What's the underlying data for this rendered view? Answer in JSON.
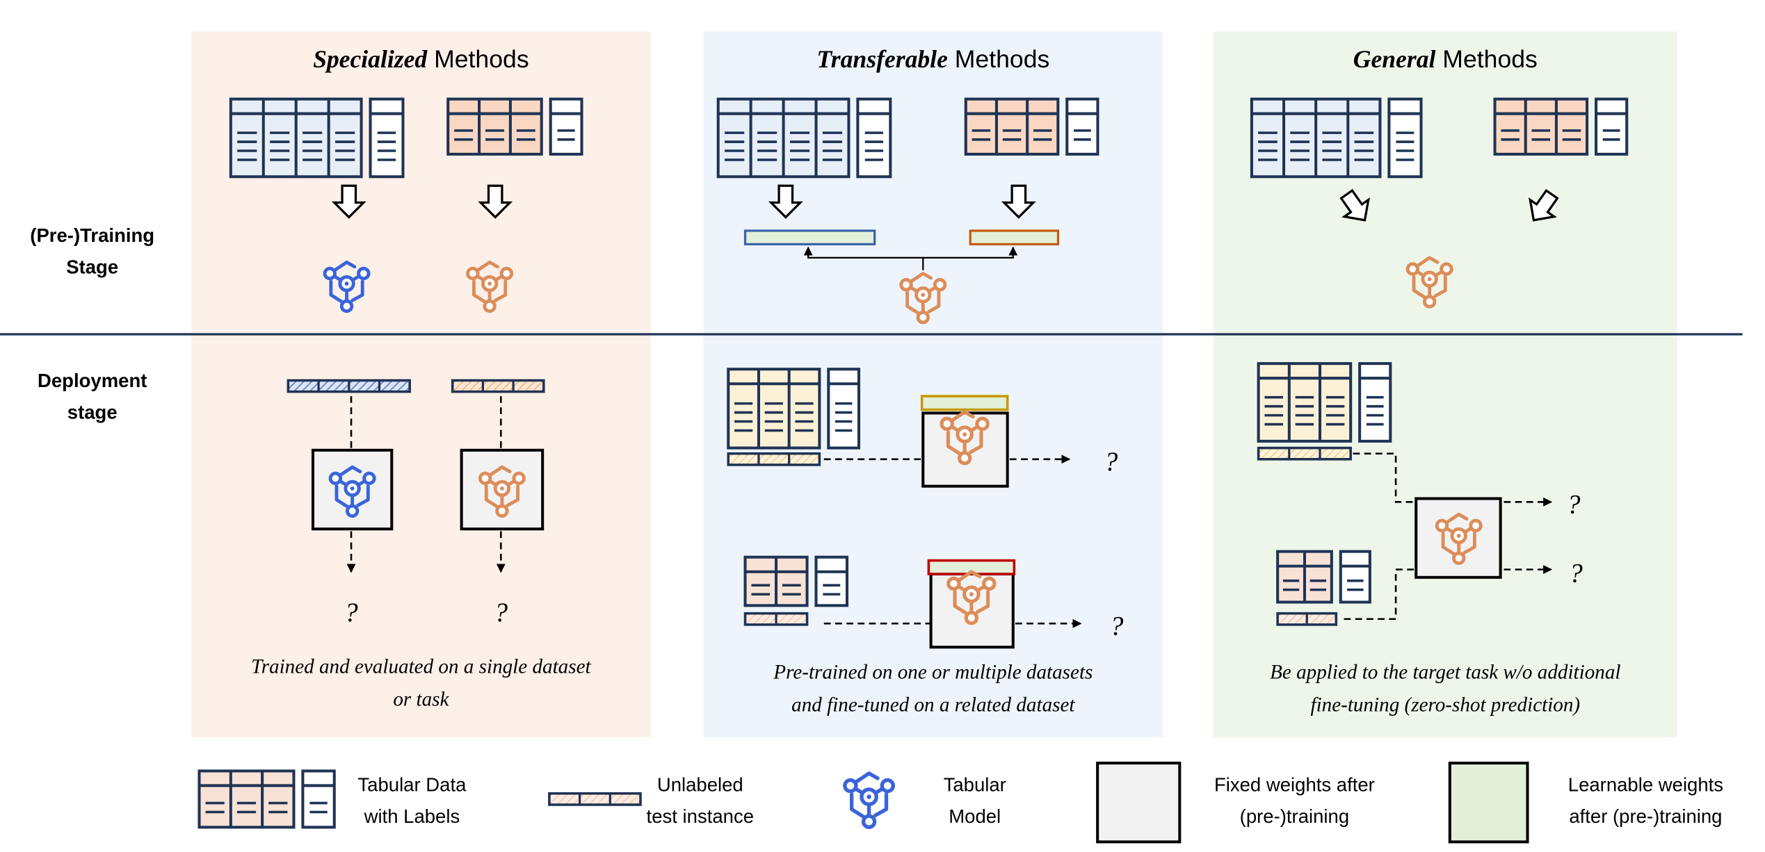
{
  "colors": {
    "navy": "#1f3354",
    "specialized_bg": "#fdf0e8",
    "transferable_bg": "#eef4fb",
    "general_bg": "#eef6ea",
    "blue_model": "#3a64d8",
    "orange_model": "#dc8d5a",
    "blue_table": "#e6eef8",
    "orange_table": "#f9d7c2",
    "yellow_table": "#fcf1d6",
    "pink_table": "#f8e2d6",
    "fixed_box": "#f2f2f2",
    "learnable_box": "#e2efd9",
    "gold_border": "#c49a00",
    "red_border": "#c00000",
    "orange_border": "#c55a11"
  },
  "panels": [
    {
      "title_emph": "Specialized",
      "title_rest": " Methods",
      "caption": [
        "Trained and evaluated on a single dataset",
        "or task"
      ]
    },
    {
      "title_emph": "Transferable",
      "title_rest": " Methods",
      "caption": [
        "Pre-trained on one or multiple datasets",
        "and fine-tuned on a related dataset"
      ]
    },
    {
      "title_emph": "General",
      "title_rest": " Methods",
      "caption": [
        "Be applied to the target task w/o additional",
        "fine-tuning (zero-shot prediction)"
      ]
    }
  ],
  "stages": {
    "training": [
      "(Pre-)Training",
      "Stage"
    ],
    "deployment": [
      "Deployment",
      "stage"
    ]
  },
  "prediction_mark": "?",
  "legend": {
    "tabular_data": [
      "Tabular Data",
      "with Labels"
    ],
    "test_instance": [
      "Unlabeled",
      "test instance"
    ],
    "model": [
      "Tabular",
      "Model"
    ],
    "fixed": [
      "Fixed weights after",
      "(pre-)training"
    ],
    "learnable": [
      "Learnable weights",
      "after (pre-)training"
    ]
  }
}
